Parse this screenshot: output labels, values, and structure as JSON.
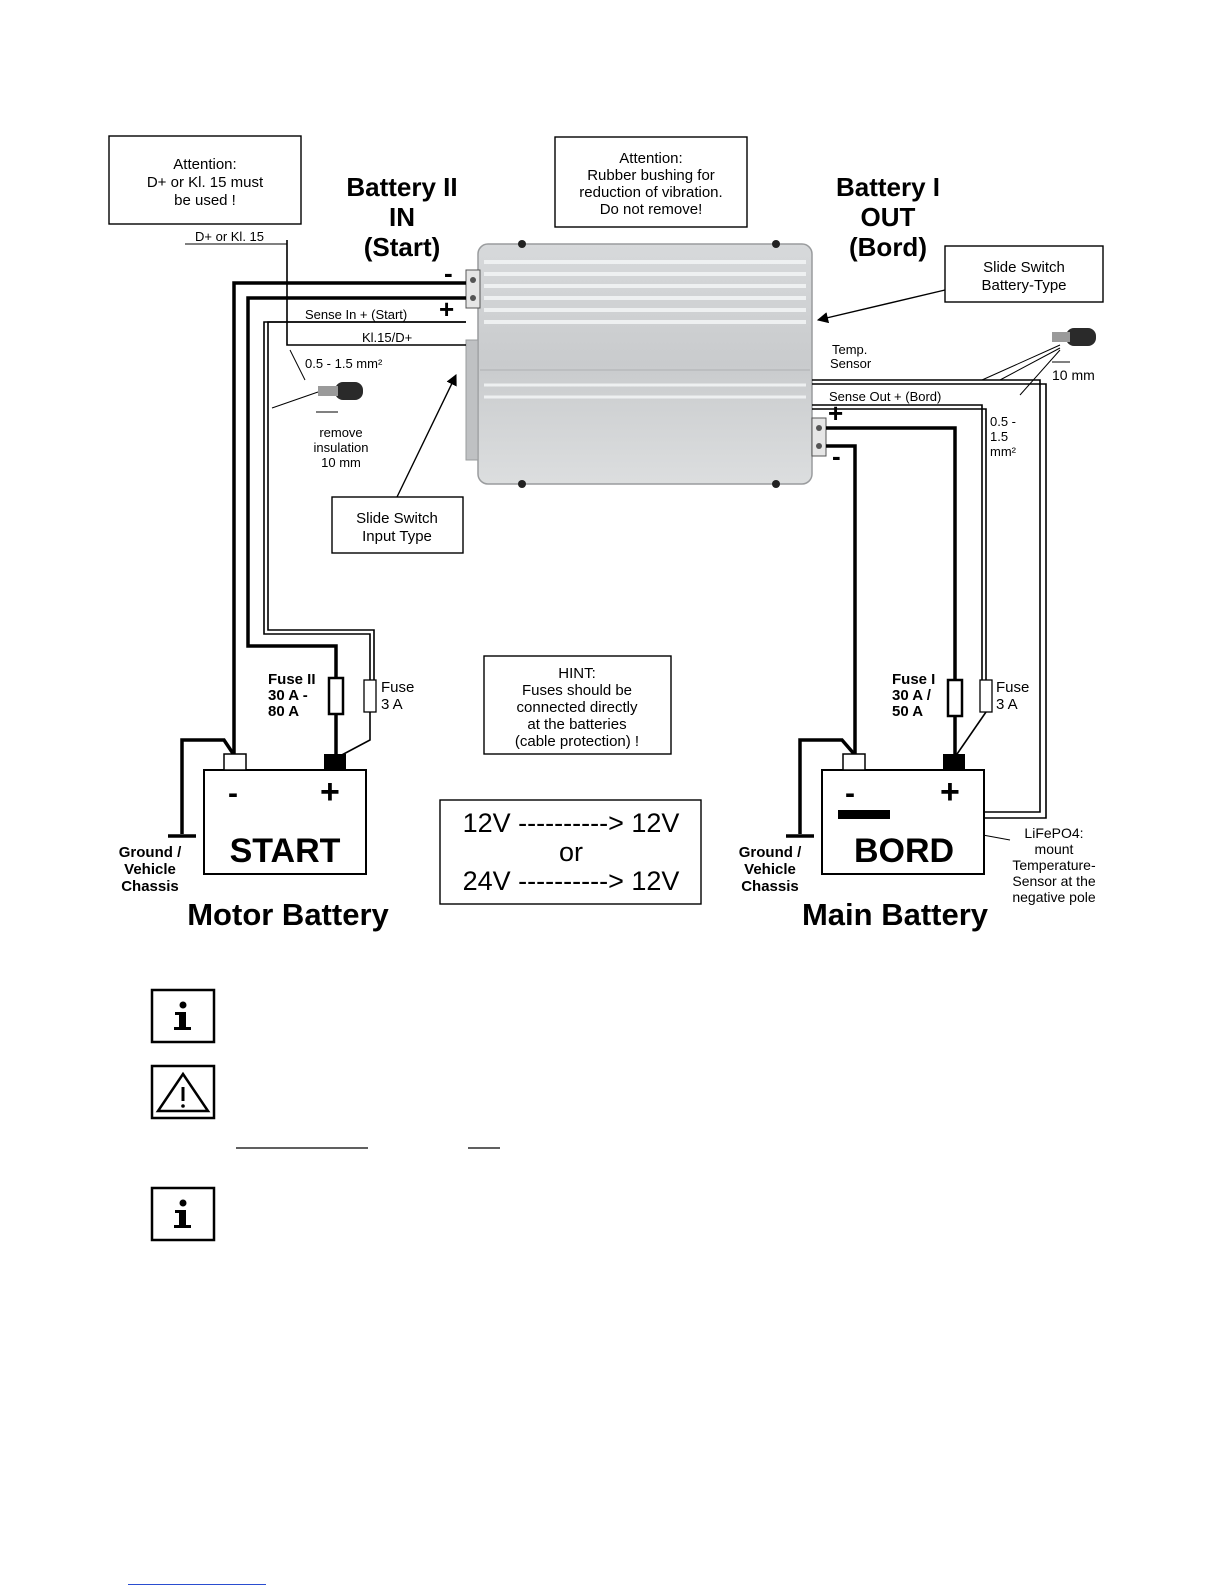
{
  "notes": {
    "attention_d_plus": [
      "Attention:",
      "D+ or Kl. 15 must",
      "be used !"
    ],
    "attention_rubber": [
      "Attention:",
      "Rubber bushing for",
      "reduction of vibration.",
      "Do not remove!"
    ],
    "slide_switch_battery": [
      "Slide Switch",
      "Battery-Type"
    ],
    "slide_switch_input": [
      "Slide Switch",
      "Input Type"
    ],
    "hint": [
      "HINT:",
      "Fuses should be",
      "connected directly",
      "at the batteries",
      "(cable protection) !"
    ],
    "voltage": [
      "12V ----------> 12V",
      "or",
      "24V ----------> 12V"
    ]
  },
  "headings": {
    "battery_in": [
      "Battery II",
      "IN",
      "(Start)"
    ],
    "battery_out": [
      "Battery I",
      "OUT",
      "(Bord)"
    ],
    "motor_battery": "Motor Battery",
    "main_battery": "Main Battery"
  },
  "wire_labels": {
    "d_plus_kl15": "D+ or Kl. 15",
    "sense_in": "Sense In + (Start)",
    "kl15_d": "Kl.15/D+",
    "cross_section_left": "0.5 - 1.5 mm²",
    "remove_insulation": [
      "remove",
      "insulation",
      "10 mm"
    ],
    "temp_sensor": [
      "Temp.",
      "Sensor"
    ],
    "sense_out": "Sense Out + (Bord)",
    "ten_mm": "10 mm",
    "cross_section_right": [
      "0.5 -",
      "1.5",
      "mm²"
    ]
  },
  "terminals": {
    "minus": "-",
    "plus": "+"
  },
  "fuses": {
    "fuse_ii": [
      "Fuse II",
      "30 A -",
      "80 A"
    ],
    "fuse_sense_left": [
      "Fuse",
      "3 A"
    ],
    "fuse_i": [
      "Fuse I",
      "30 A /",
      "50 A"
    ],
    "fuse_sense_right": [
      "Fuse",
      "3 A"
    ]
  },
  "batteries": {
    "start": "START",
    "bord": "BORD",
    "ground_left": [
      "Ground /",
      "Vehicle",
      "Chassis"
    ],
    "ground_right": [
      "Ground /",
      "Vehicle",
      "Chassis"
    ],
    "lifepo4": [
      "LiFePO4:",
      "mount",
      "Temperature-",
      "Sensor at the",
      "negative pole"
    ]
  },
  "icons": [
    "info-icon",
    "warning-triangle-icon",
    "info-icon"
  ]
}
